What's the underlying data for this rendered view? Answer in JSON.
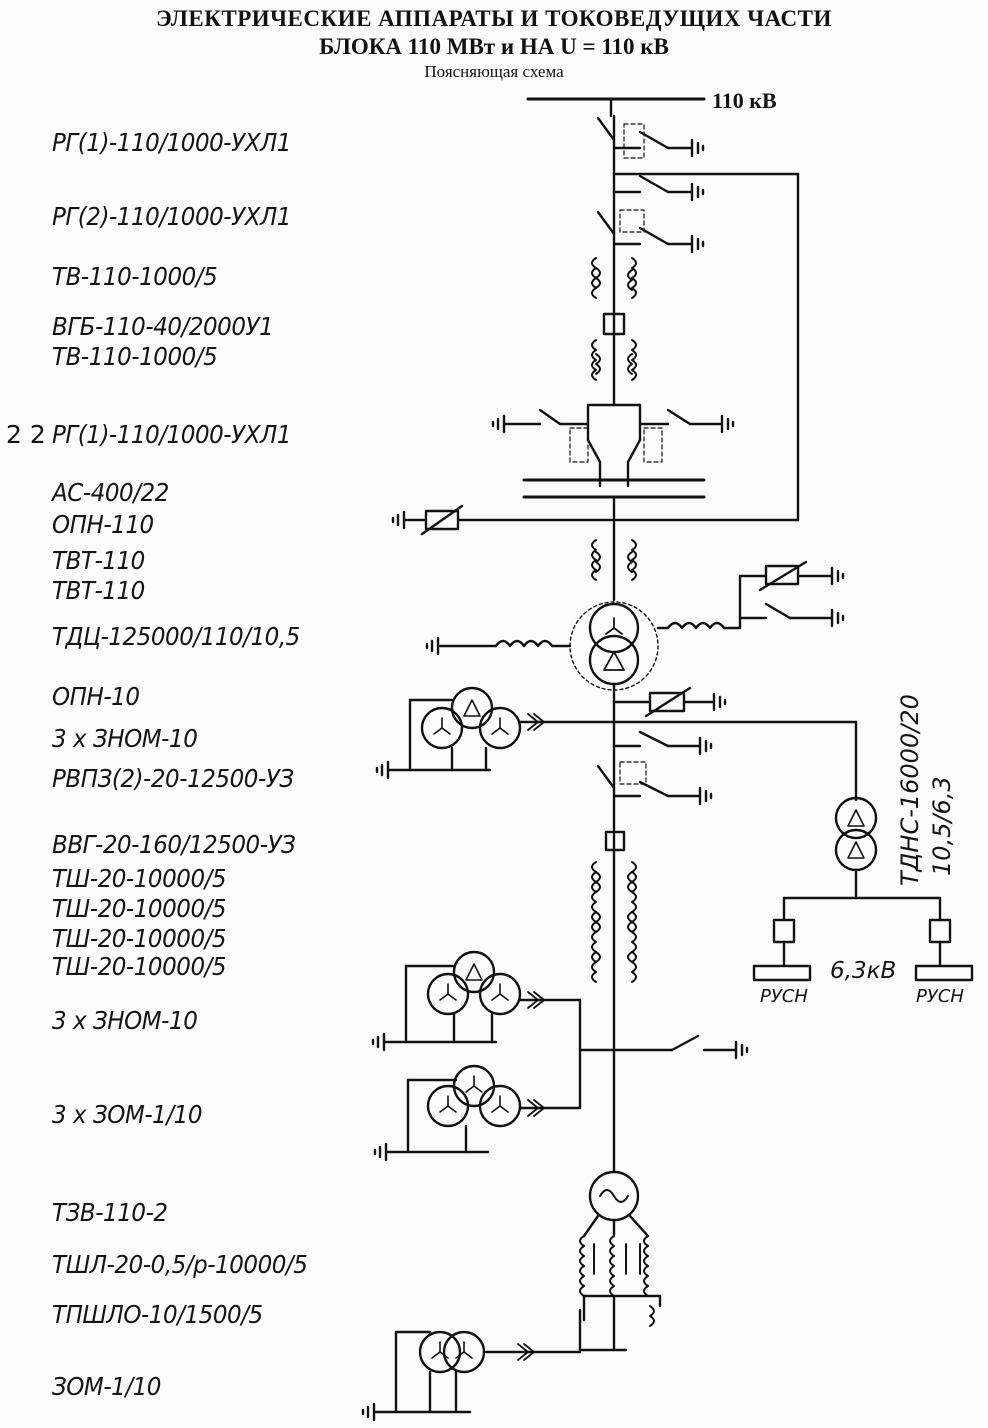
{
  "header": {
    "title_line1": "ЭЛЕКТРИЧЕСКИЕ АППАРАТЫ И ТОКОВЕДУЩИХ ЧАСТИ",
    "title_line2": "БЛОКА 110 МВт и НА U = 110 кВ",
    "subtitle": "Поясняющая схема"
  },
  "labels": {
    "bus_voltage": "110 кВ",
    "aux_transformer": "ТДНС-16000/20",
    "aux_ratio": "10,5/6,3",
    "aux_voltage": "6,3кВ",
    "rusn_left": "РУСН",
    "rusn_right": "РУСН",
    "margin_mark": "2 2"
  },
  "equipment": [
    "РГ(1)-110/1000-УХЛ1",
    "РГ(2)-110/1000-УХЛ1",
    "ТВ-110-1000/5",
    "ВГБ-110-40/2000У1",
    "ТВ-110-1000/5",
    "РГ(1)-110/1000-УХЛ1",
    "АС-400/22",
    "ОПН-110",
    "ТВТ-110",
    "ТВТ-110",
    "ТДЦ-125000/110/10,5",
    "ОПН-10",
    "3 х ЗНОМ-10",
    "РВПЗ(2)-20-12500-УЗ",
    "ВВГ-20-160/12500-УЗ",
    "ТШ-20-10000/5",
    "ТШ-20-10000/5",
    "ТШ-20-10000/5",
    "ТШ-20-10000/5",
    "3 х ЗНОМ-10",
    "3 х ЗОМ-1/10",
    "ТЗВ-110-2",
    "ТШЛ-20-0,5/р-10000/5",
    "ТПШЛО-10/1500/5",
    "ЗОМ-1/10"
  ]
}
